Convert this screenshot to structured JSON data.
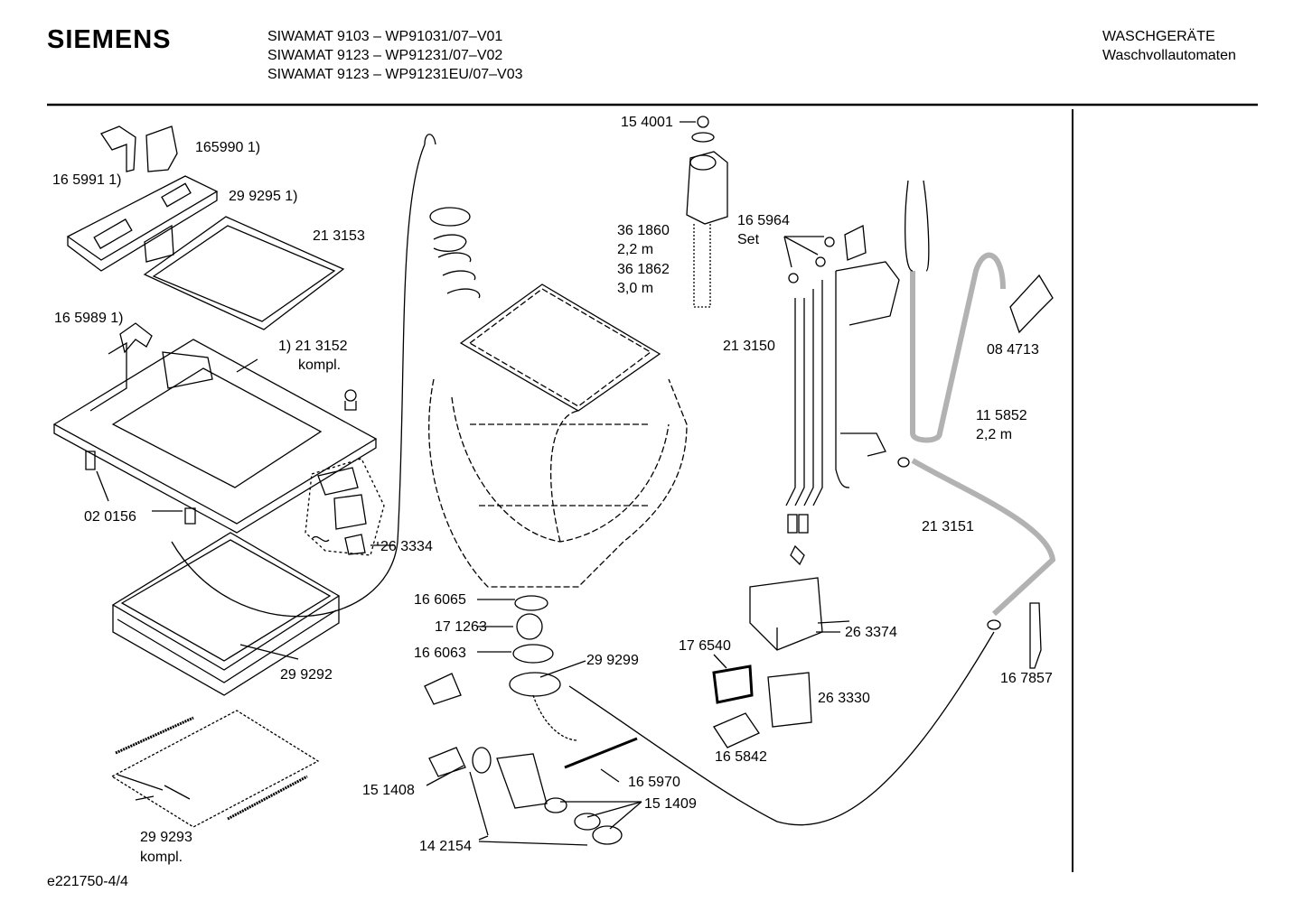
{
  "header": {
    "brand": "SIEMENS",
    "models": [
      "SIWAMAT 9103 – WP91031/07–V01",
      "SIWAMAT 9123 – WP91231/07–V02",
      "SIWAMAT 9123 – WP91231EU/07–V03"
    ],
    "category": "WASCHGERÄTE",
    "subcategory": "Waschvollautomaten"
  },
  "parts": [
    "165990 1)",
    "16 5991 1)",
    "29 9295 1)",
    "21 3153",
    "16 5989 1)",
    "1) 21 3152",
    "kompl.",
    "02 0156",
    "26 3334",
    "29 9292",
    "29 9293",
    "kompl.",
    "15 4001",
    "36 1860",
    "2,2 m",
    "36 1862",
    "3,0 m",
    "16 6065",
    "17 1263",
    "16 6063",
    "29 9299",
    "15 1408",
    "16 5970",
    "15 1409",
    "14 2154",
    "16 5964",
    "Set",
    "21 3150",
    "08 4713",
    "11 5852",
    "2,2 m",
    "21 3151",
    "26 3374",
    "17 6540",
    "26 3330",
    "16 5842",
    "16 7857"
  ],
  "footer": {
    "drawing_id": "e221750-4/4"
  }
}
